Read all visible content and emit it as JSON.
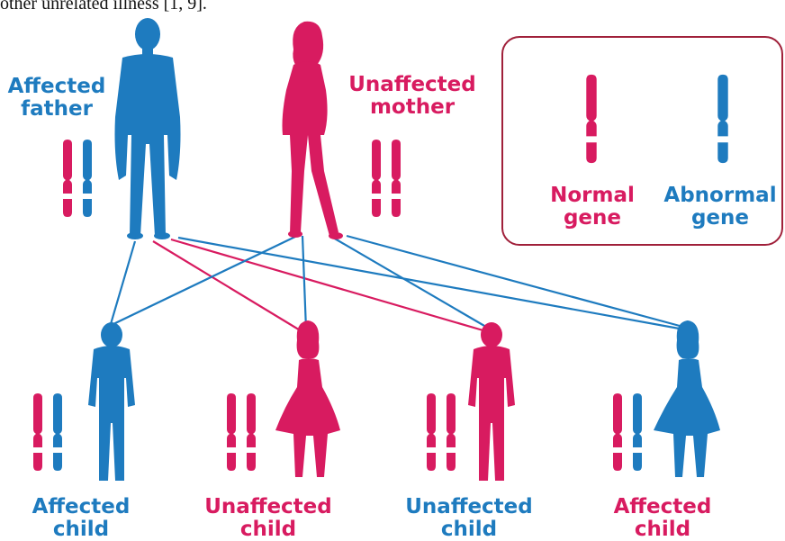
{
  "top_text": "other unrelated illness [1, 9].",
  "parents": {
    "father_label_1": "Affected",
    "father_label_2": "father",
    "mother_label_1": "Unaffected",
    "mother_label_2": "mother"
  },
  "legend": {
    "normal_1": "Normal",
    "normal_2": "gene",
    "abnormal_1": "Abnormal",
    "abnormal_2": "gene"
  },
  "children": [
    {
      "line1": "Affected",
      "line2": "child"
    },
    {
      "line1": "Unaffected",
      "line2": "child"
    },
    {
      "line1": "Unaffected",
      "line2": "child"
    },
    {
      "line1": "Affected",
      "line2": "child"
    }
  ],
  "colors": {
    "normal_gene": "#d81b60",
    "abnormal_gene": "#1e7bbf",
    "box_border": "#a0203a"
  }
}
